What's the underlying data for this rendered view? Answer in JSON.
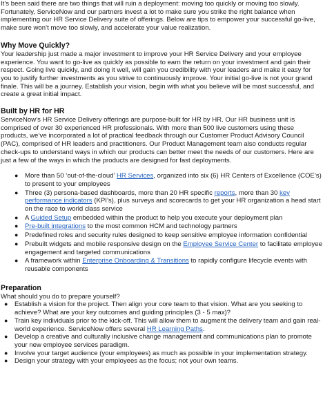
{
  "intro": "It’s been said there are two things that will ruin a deployment: moving too quickly or moving too slowly. Fortunately, ServiceNow and our partners invest a lot to make sure you strike the right balance when implementing our HR Service Delivery suite of offerings. Below are tips to empower your successful go-live, make sure won’t move too slowly, and accelerate your value realization.",
  "why": {
    "heading": "Why Move Quickly?",
    "body": "Your leadership just made a major investment to improve your HR Service Delivery and your employee experience.  You want to go-live as quickly as possible to earn the return on your investment and gain their respect. Going live quickly, and doing it well, will gain you credibility with your leaders and make it easy for you to justify further investments as you strive to continuously improve. Your initial go-live is not your grand finale. This will be a journey. Establish your vision, begin with what you believe will be most successful, and create a great initial impact."
  },
  "build": {
    "heading": "Built by HR for HR",
    "body": "ServiceNow’s HR Service Delivery offerings are purpose-built for HR by HR. Our HR business unit is comprised of over 30 experienced HR professionals. With more than 500 live customers using these products, we’ve incorporated a lot of practical feedback through our Customer Product Advisory Council (PAC), comprised of HR leaders and practitioners. Our Product Management team also conducts regular check-ups to understand ways in which our products can better meet the needs of our customers. Here are just a few of the ways in which the products are designed for fast deployments.",
    "bullets": [
      {
        "t1": "More than 50 ‘out-of-the-cloud’ ",
        "l1": "HR Services",
        "t2": ", organized into six (6) HR Centers of Excellence (COE’s) to present to your employees"
      },
      {
        "t1": "Three (3) persona-based dashboards, more than 20 HR specific ",
        "l1": "reports",
        "t2": ", more than 30 ",
        "l2": "key performance indicators",
        "t3": " (KPI’s), plus surveys and scorecards to get your HR organization a head start on the race to world class service"
      },
      {
        "t1": "A ",
        "l1": "Guided Setup",
        "t2": " embedded within the product to help you execute your deployment plan"
      },
      {
        "l1": "Pre-built integrations",
        "t2": " to the most common HCM and technology partners"
      },
      {
        "t1": "Predefined roles and security rules designed to keep sensitive employee information confidential"
      },
      {
        "t1": "Prebuilt widgets and mobile responsive design on the ",
        "l1": "Employee Service Center",
        "t2": " to facilitate employee engagement and targeted communications"
      },
      {
        "t1": "A framework within ",
        "l1": "Enterprise Onboarding & Transitions",
        "t2": " to rapidly configure lifecycle events with reusable components"
      }
    ]
  },
  "prep": {
    "heading": "Preparation",
    "body": "What should you do to prepare yourself?",
    "bullets": [
      {
        "t1": "Establish a vision for the project. Then align your core team to that vision. What are you seeking to achieve?  What are your key outcomes and guiding principles (3 - 5 max)?"
      },
      {
        "t1": "Train key individuals prior to the kick-off.  This will allow them to augment the delivery team and gain real-world experience. ServiceNow offers several ",
        "l1": "HR Learning Paths",
        "t2": "."
      },
      {
        "t1": "Develop a creative and culturally inclusive change management and communications plan to promote your new employee services paradigm."
      },
      {
        "t1": "Involve your target audience (your employees) as much as possible in your implementation strategy."
      },
      {
        "t1": "Design your strategy with your employees as the focus; not your own teams."
      }
    ]
  }
}
